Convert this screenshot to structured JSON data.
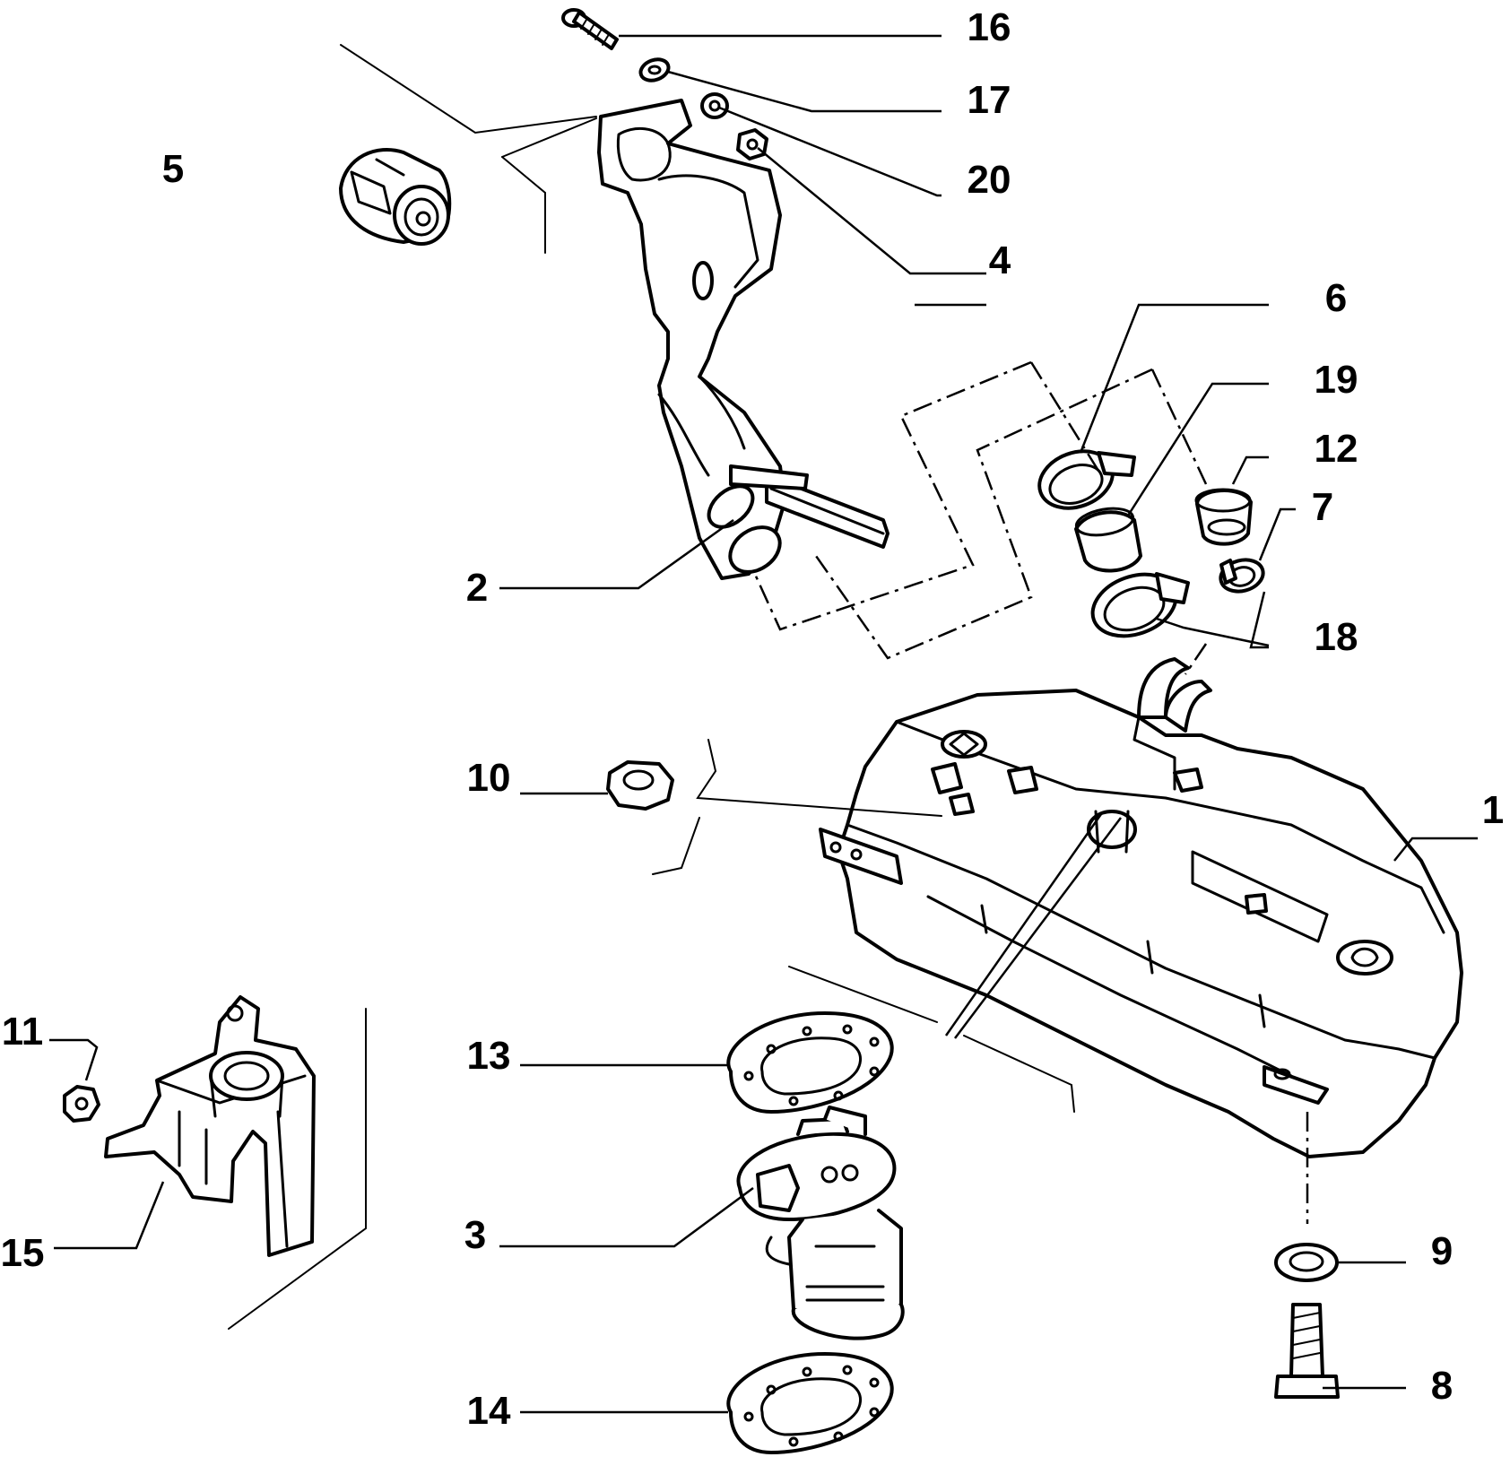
{
  "diagram": {
    "colors": {
      "line": "#000000",
      "background": "#ffffff"
    },
    "callouts": {
      "c1": "1",
      "c2": "2",
      "c3": "3",
      "c4": "4",
      "c5": "5",
      "c6": "6",
      "c7": "7",
      "c8": "8",
      "c9": "9",
      "c10": "10",
      "c11": "11",
      "c12": "12",
      "c13": "13",
      "c14": "14",
      "c15": "15",
      "c16": "16",
      "c17": "17",
      "c18": "18",
      "c19": "19",
      "c20": "20"
    }
  }
}
